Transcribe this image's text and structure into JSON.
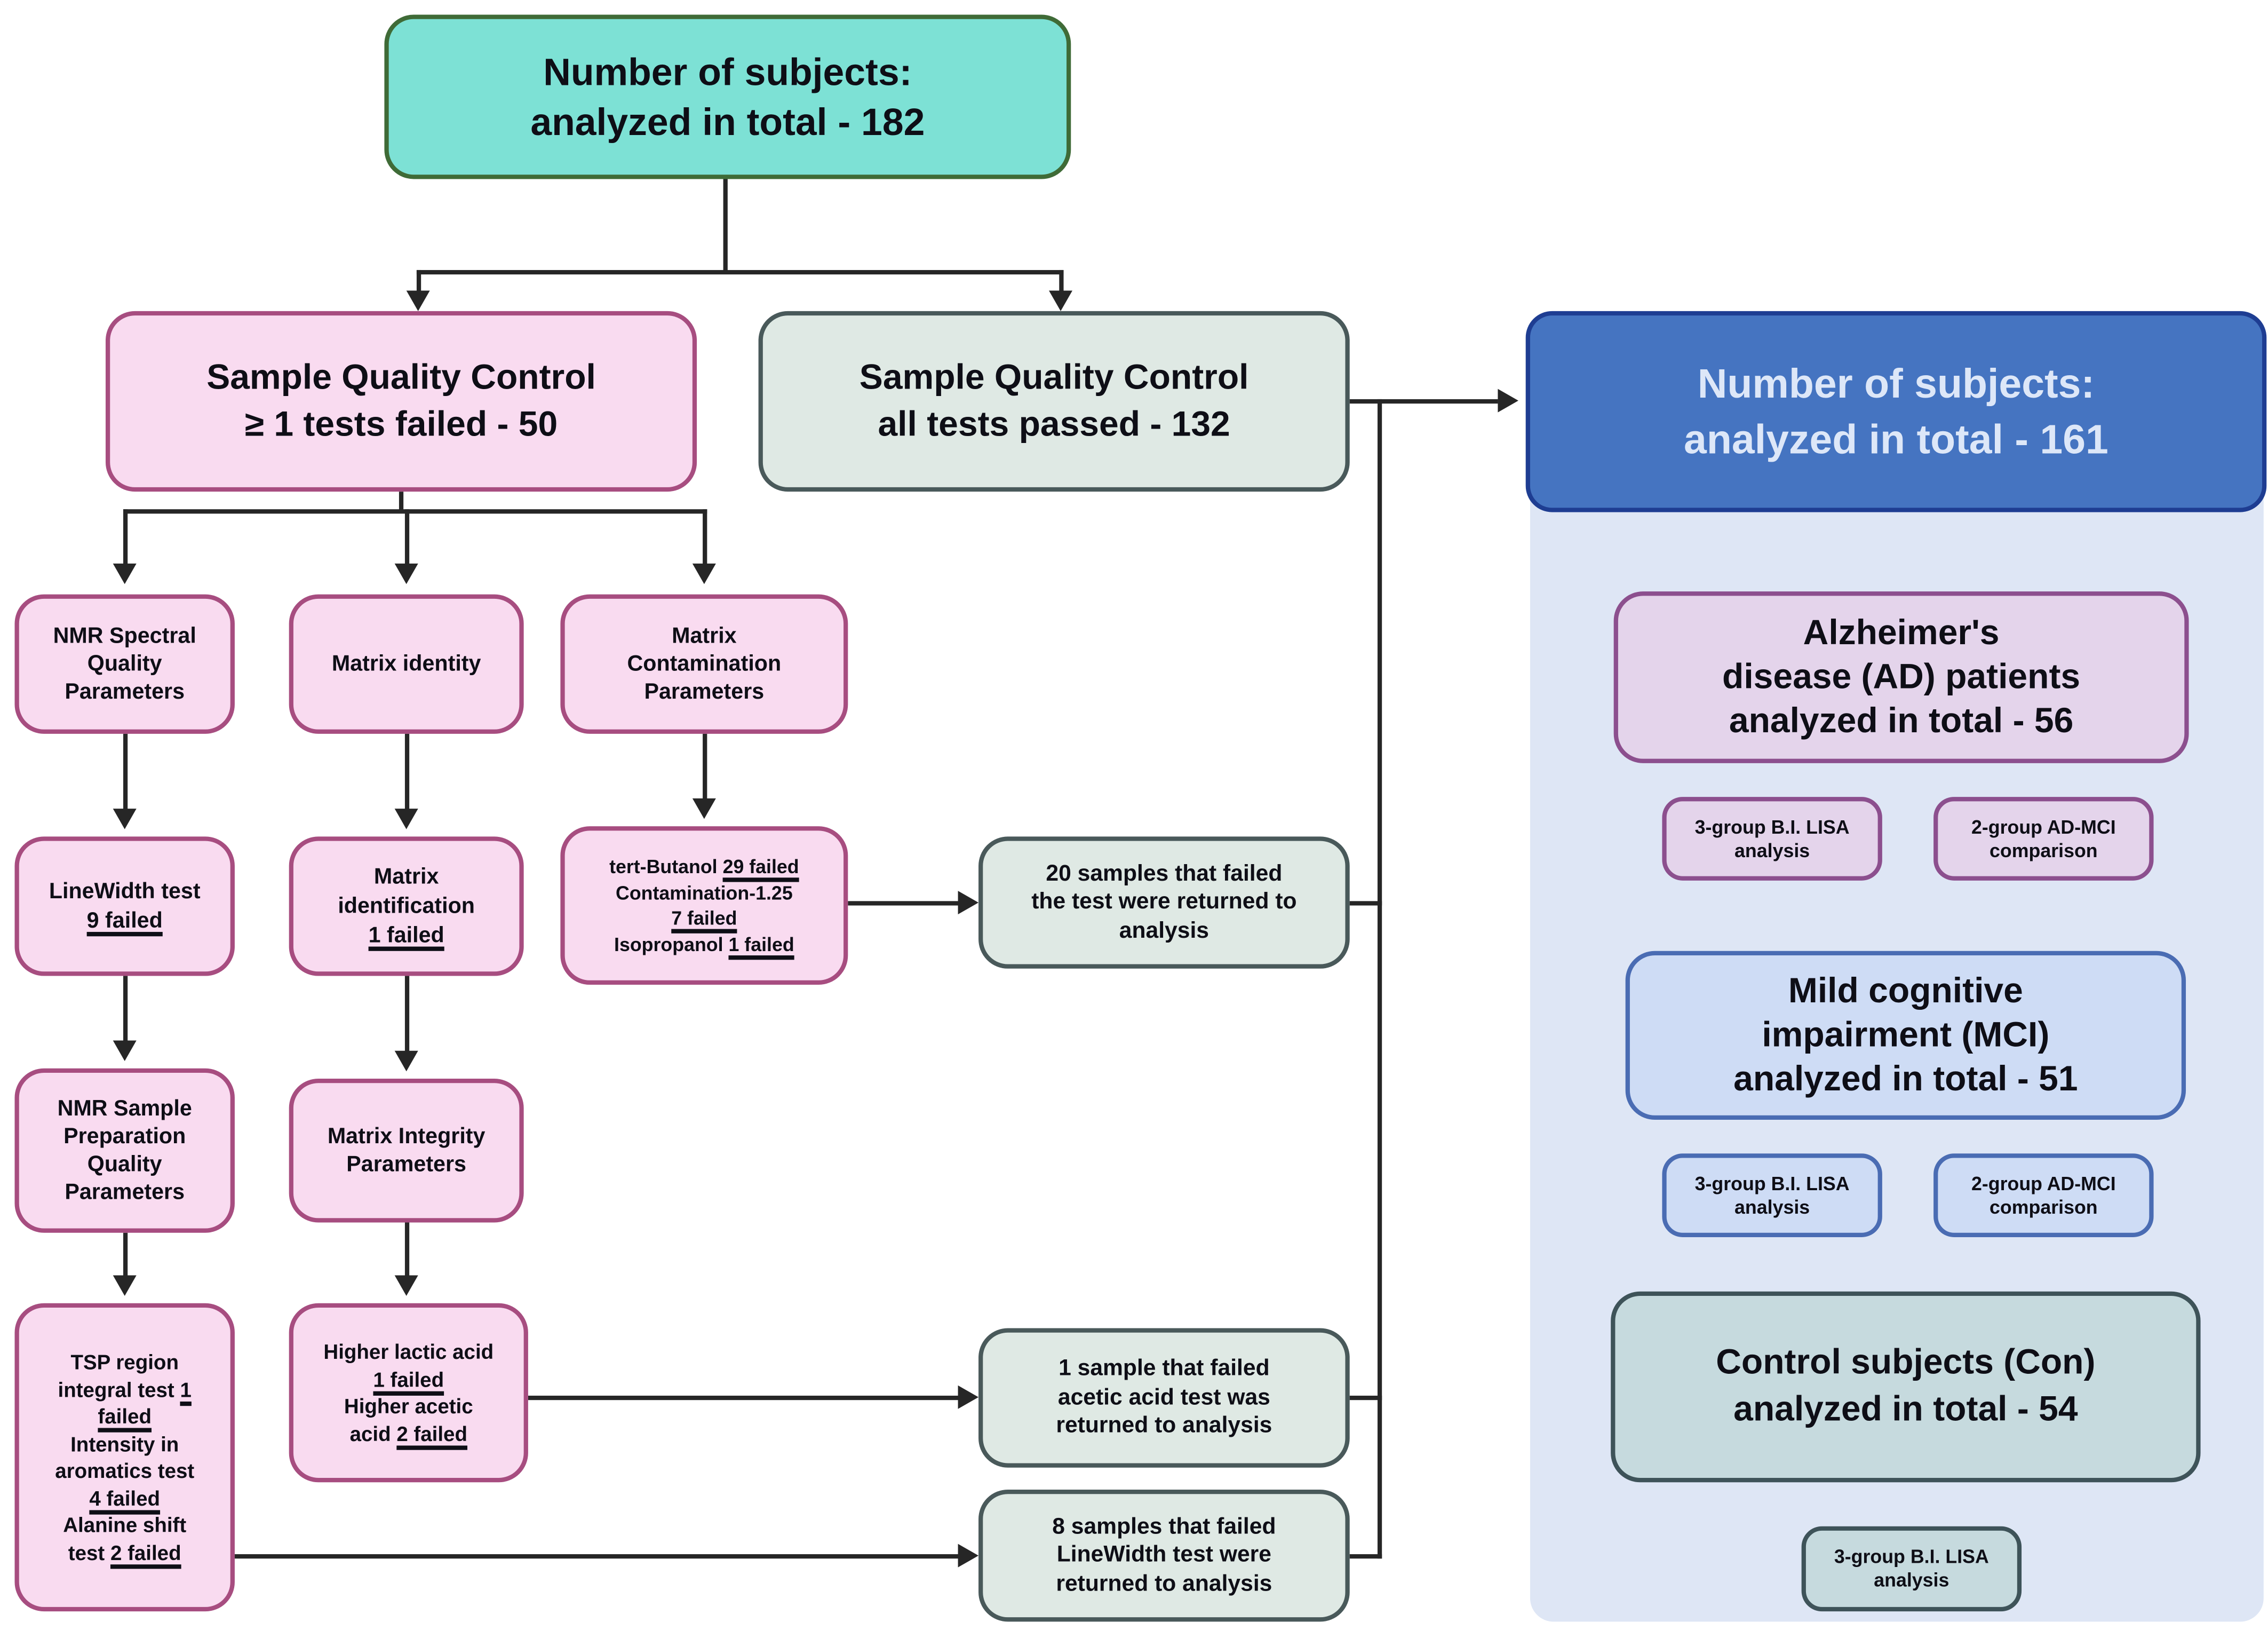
{
  "nodes": {
    "total_182": {
      "lines": [
        "Number of subjects:",
        "analyzed in total - 182"
      ]
    },
    "sqc_failed": {
      "lines": [
        "Sample Quality Control",
        "≥ 1 tests failed - 50"
      ]
    },
    "sqc_passed": {
      "lines": [
        "Sample Quality Control",
        "all tests passed  - 132"
      ]
    },
    "total_161": {
      "lines": [
        "Number of subjects:",
        "analyzed in total - 161"
      ]
    },
    "ad_patients": {
      "lines": [
        "Alzheimer's",
        "disease (AD) patients",
        "analyzed in total - 56"
      ]
    },
    "ad_analysis_1": {
      "lines": [
        "3-group B.I. LISA",
        "analysis"
      ]
    },
    "ad_analysis_2": {
      "lines": [
        "2-group AD-MCI",
        "comparison"
      ]
    },
    "mci_patients": {
      "lines": [
        "Mild cognitive",
        "impairment (MCI)",
        "analyzed in total - 51"
      ]
    },
    "mci_analysis_1": {
      "lines": [
        "3-group B.I. LISA",
        "analysis"
      ]
    },
    "mci_analysis_2": {
      "lines": [
        "2-group AD-MCI",
        "comparison"
      ]
    },
    "con_subjects": {
      "lines": [
        "Control subjects (Con)",
        "analyzed in total - 54"
      ]
    },
    "con_analysis_1": {
      "lines": [
        "3-group B.I. LISA",
        "analysis"
      ]
    },
    "nmr_spectral_header": {
      "lines": [
        "NMR Spectral",
        "Quality",
        "Parameters"
      ]
    },
    "matrix_identity_header": {
      "lines": [
        "Matrix identity"
      ]
    },
    "matrix_contamination_header": {
      "lines": [
        "Matrix",
        "Contamination",
        "Parameters"
      ]
    },
    "linewidth_test": {
      "lines": [
        "LineWidth test",
        "__9 failed__"
      ]
    },
    "matrix_identification": {
      "lines": [
        "Matrix",
        "identification",
        "__1 failed__"
      ]
    },
    "contamination_tests": {
      "lines": [
        "tert-Butanol __29 failed__",
        "Contamination-1.25",
        "__7 failed__",
        "Isopropanol __1 failed__"
      ]
    },
    "returned_20": {
      "lines": [
        "20 samples that failed",
        "the test were returned to",
        "analysis"
      ]
    },
    "nmr_sample_prep": {
      "lines": [
        "NMR Sample",
        "Preparation",
        "Quality",
        "Parameters"
      ]
    },
    "matrix_integrity": {
      "lines": [
        "Matrix Integrity",
        "Parameters"
      ]
    },
    "tsp_tests": {
      "lines": [
        "TSP region",
        "integral test __1__",
        "__failed__",
        "Intensity in",
        "aromatics test",
        "__4 failed__",
        "Alanine shift",
        "test __2 failed__"
      ]
    },
    "acid_tests": {
      "lines": [
        "Higher lactic acid",
        "__1 failed__",
        "Higher acetic",
        "acid __2 failed__"
      ]
    },
    "returned_1": {
      "lines": [
        "1 sample that failed",
        "acetic acid test was",
        "returned to analysis"
      ]
    },
    "returned_8": {
      "lines": [
        "8 samples that failed",
        "LineWidth test were",
        "returned to analysis"
      ]
    }
  },
  "colors": {
    "teal_fill": "#7de1d5",
    "teal_border": "#3f6b37",
    "pink_fill": "#f9dbf0",
    "pink_border": "#a74d80",
    "mint_fill": "#dfe9e4",
    "mint_border": "#49595a",
    "blue_fill": "#4574c1",
    "blue_border": "#1e3d92",
    "blue_text": "#dde7f8",
    "panel_fill": "#dee6f5",
    "mauve_fill": "#e4d4eb",
    "mauve_border": "#8c4f8e",
    "periwinkle_fill": "#cedcf5",
    "periwinkle_border": "#4a6cb3",
    "slate_fill": "#c6dade",
    "slate_border": "#3e5359",
    "line": "#262626"
  }
}
